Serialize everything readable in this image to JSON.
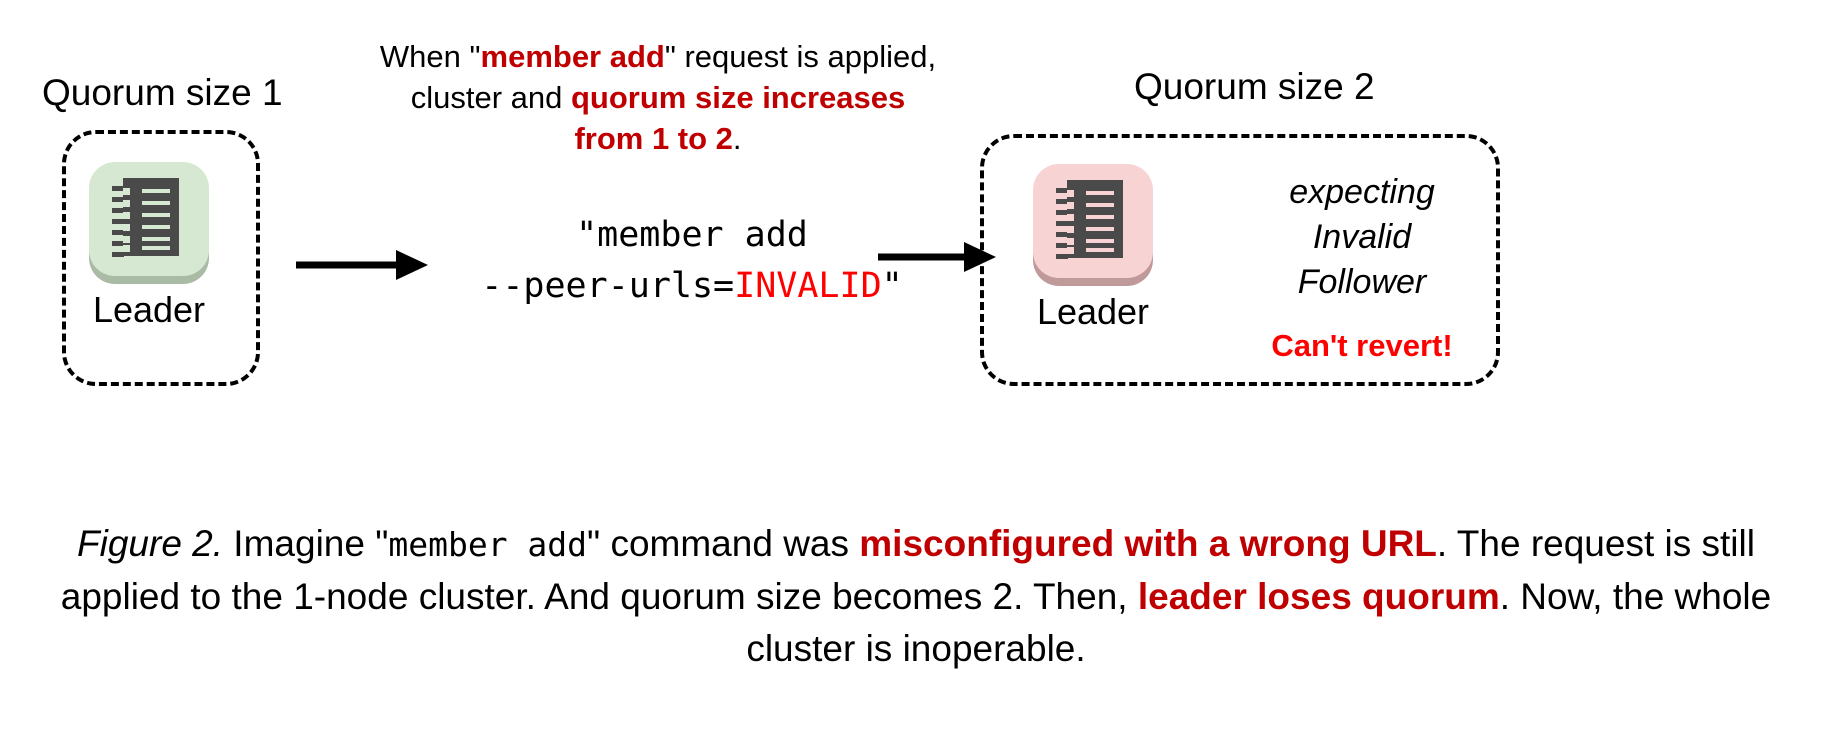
{
  "figure": {
    "background_color": "#FFFFFF",
    "accent_red": "#C00000",
    "alert_red": "#FF0000"
  },
  "left_group": {
    "quorum_label": "Quorum size 1",
    "node": {
      "label": "Leader",
      "icon": "server-rack-icon",
      "tile_color": "#D7E8D2"
    }
  },
  "right_group": {
    "quorum_label": "Quorum size 2",
    "node": {
      "label": "Leader",
      "icon": "server-rack-icon",
      "tile_color": "#F8D3D3"
    },
    "status": {
      "line1": "expecting",
      "line2": "Invalid",
      "line3": "Follower",
      "alert": "Can't revert!"
    }
  },
  "top_note": {
    "line1_a": "When \"",
    "line1_b": "member add",
    "line1_c": "\" request is applied,",
    "line2_a": "cluster and ",
    "line2_b": "quorum size increases",
    "line3_a": "from 1 to 2",
    "line3_b": "."
  },
  "command": {
    "line1": "\"member add",
    "line2_a": "--peer-urls=",
    "line2_b": "INVALID",
    "line2_c": "\""
  },
  "arrows": {
    "arrow_1": "right-arrow-icon",
    "arrow_2": "right-arrow-icon"
  },
  "caption": {
    "figure_number": "Figure 2.",
    "seg1": " Imagine \"",
    "seg2_mono": "member add",
    "seg3": "\" command was ",
    "seg4_red": "misconfigured with a wrong URL",
    "seg5": ". The request is still applied to the 1-node cluster. And quorum size becomes 2. Then, ",
    "seg6_red": "leader loses quorum",
    "seg7": ". Now, the whole cluster is inoperable."
  }
}
